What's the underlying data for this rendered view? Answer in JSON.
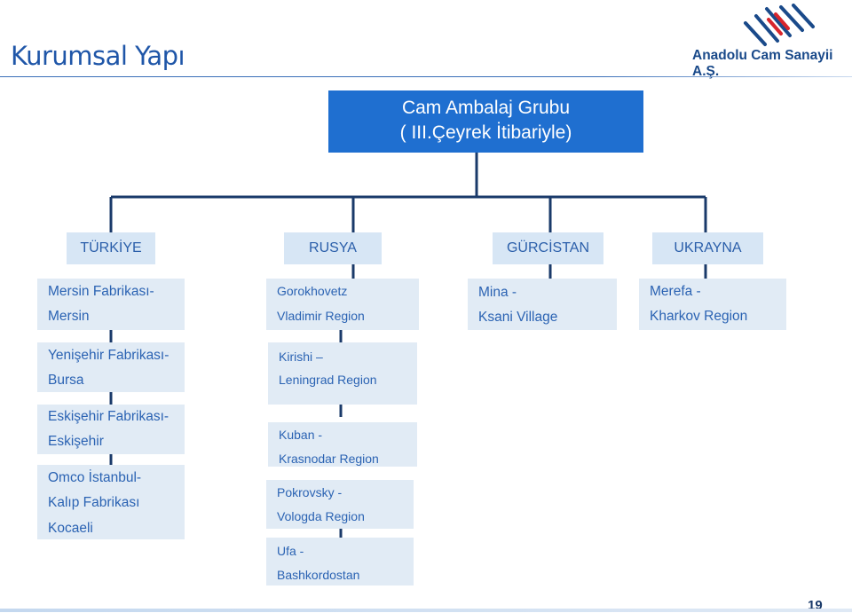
{
  "header": {
    "title": "Kurumsal Yapı",
    "logo_text": "Anadolu Cam Sanayii A.Ş."
  },
  "root": {
    "line1": "Cam Ambalaj Grubu",
    "line2": "( III.Çeyrek İtibariyle)"
  },
  "countries": [
    "TÜRKİYE",
    "RUSYA",
    "GÜRCİSTAN",
    "UKRAYNA"
  ],
  "turkey": [
    {
      "line1": "Mersin Fabrikası-",
      "line2": "Mersin"
    },
    {
      "line1": "Yenişehir Fabrikası-",
      "line2": "Bursa"
    },
    {
      "line1": "Eskişehir Fabrikası-",
      "line2": "Eskişehir"
    },
    {
      "line1": "Omco İstanbul-",
      "line2": "Kalıp Fabrikası",
      "line3": "Kocaeli"
    }
  ],
  "russia": [
    {
      "line1": "Gorokhovetz",
      "line2": "Vladimir Region"
    },
    {
      "line1": "Kirishi –",
      "line2": "Leningrad Region"
    },
    {
      "line1": "Kuban -",
      "line2": "Krasnodar Region"
    },
    {
      "line1": "Pokrovsky -",
      "line2": "Vologda Region"
    },
    {
      "line1": "Ufa -",
      "line2": "Bashkordostan"
    }
  ],
  "georgia": [
    {
      "line1": "Mina -",
      "line2": "Ksani Village"
    }
  ],
  "ukraine": [
    {
      "line1": "Merefa -",
      "line2": "Kharkov Region"
    }
  ],
  "footer": {
    "page_number": "19"
  },
  "colors": {
    "title": "#1f56a8",
    "root_box": "#1f6fd0",
    "country_box": "#d7e6f5",
    "plant_box": "#e1ebf5",
    "text": "#2b63b3",
    "connector": "#1a3a6a"
  }
}
